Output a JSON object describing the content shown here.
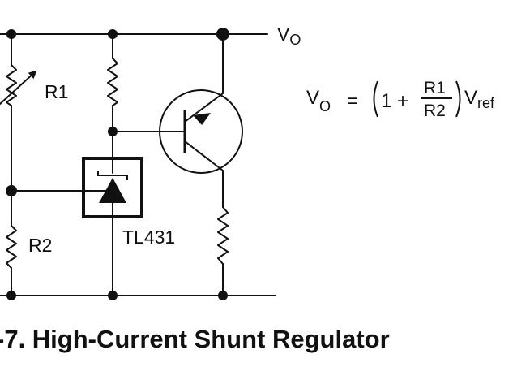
{
  "diagram": {
    "output_label": "V",
    "output_label_sub": "O",
    "r1_label": "R1",
    "r2_label": "R2",
    "ic_label": "TL431"
  },
  "equation": {
    "lhs": "V",
    "lhs_sub": "O",
    "equals": "=",
    "one_plus": "1 +",
    "numerator": "R1",
    "denominator": "R2",
    "rhs": "V",
    "rhs_sub": "ref"
  },
  "caption": "-7. High-Current Shunt Regulator"
}
